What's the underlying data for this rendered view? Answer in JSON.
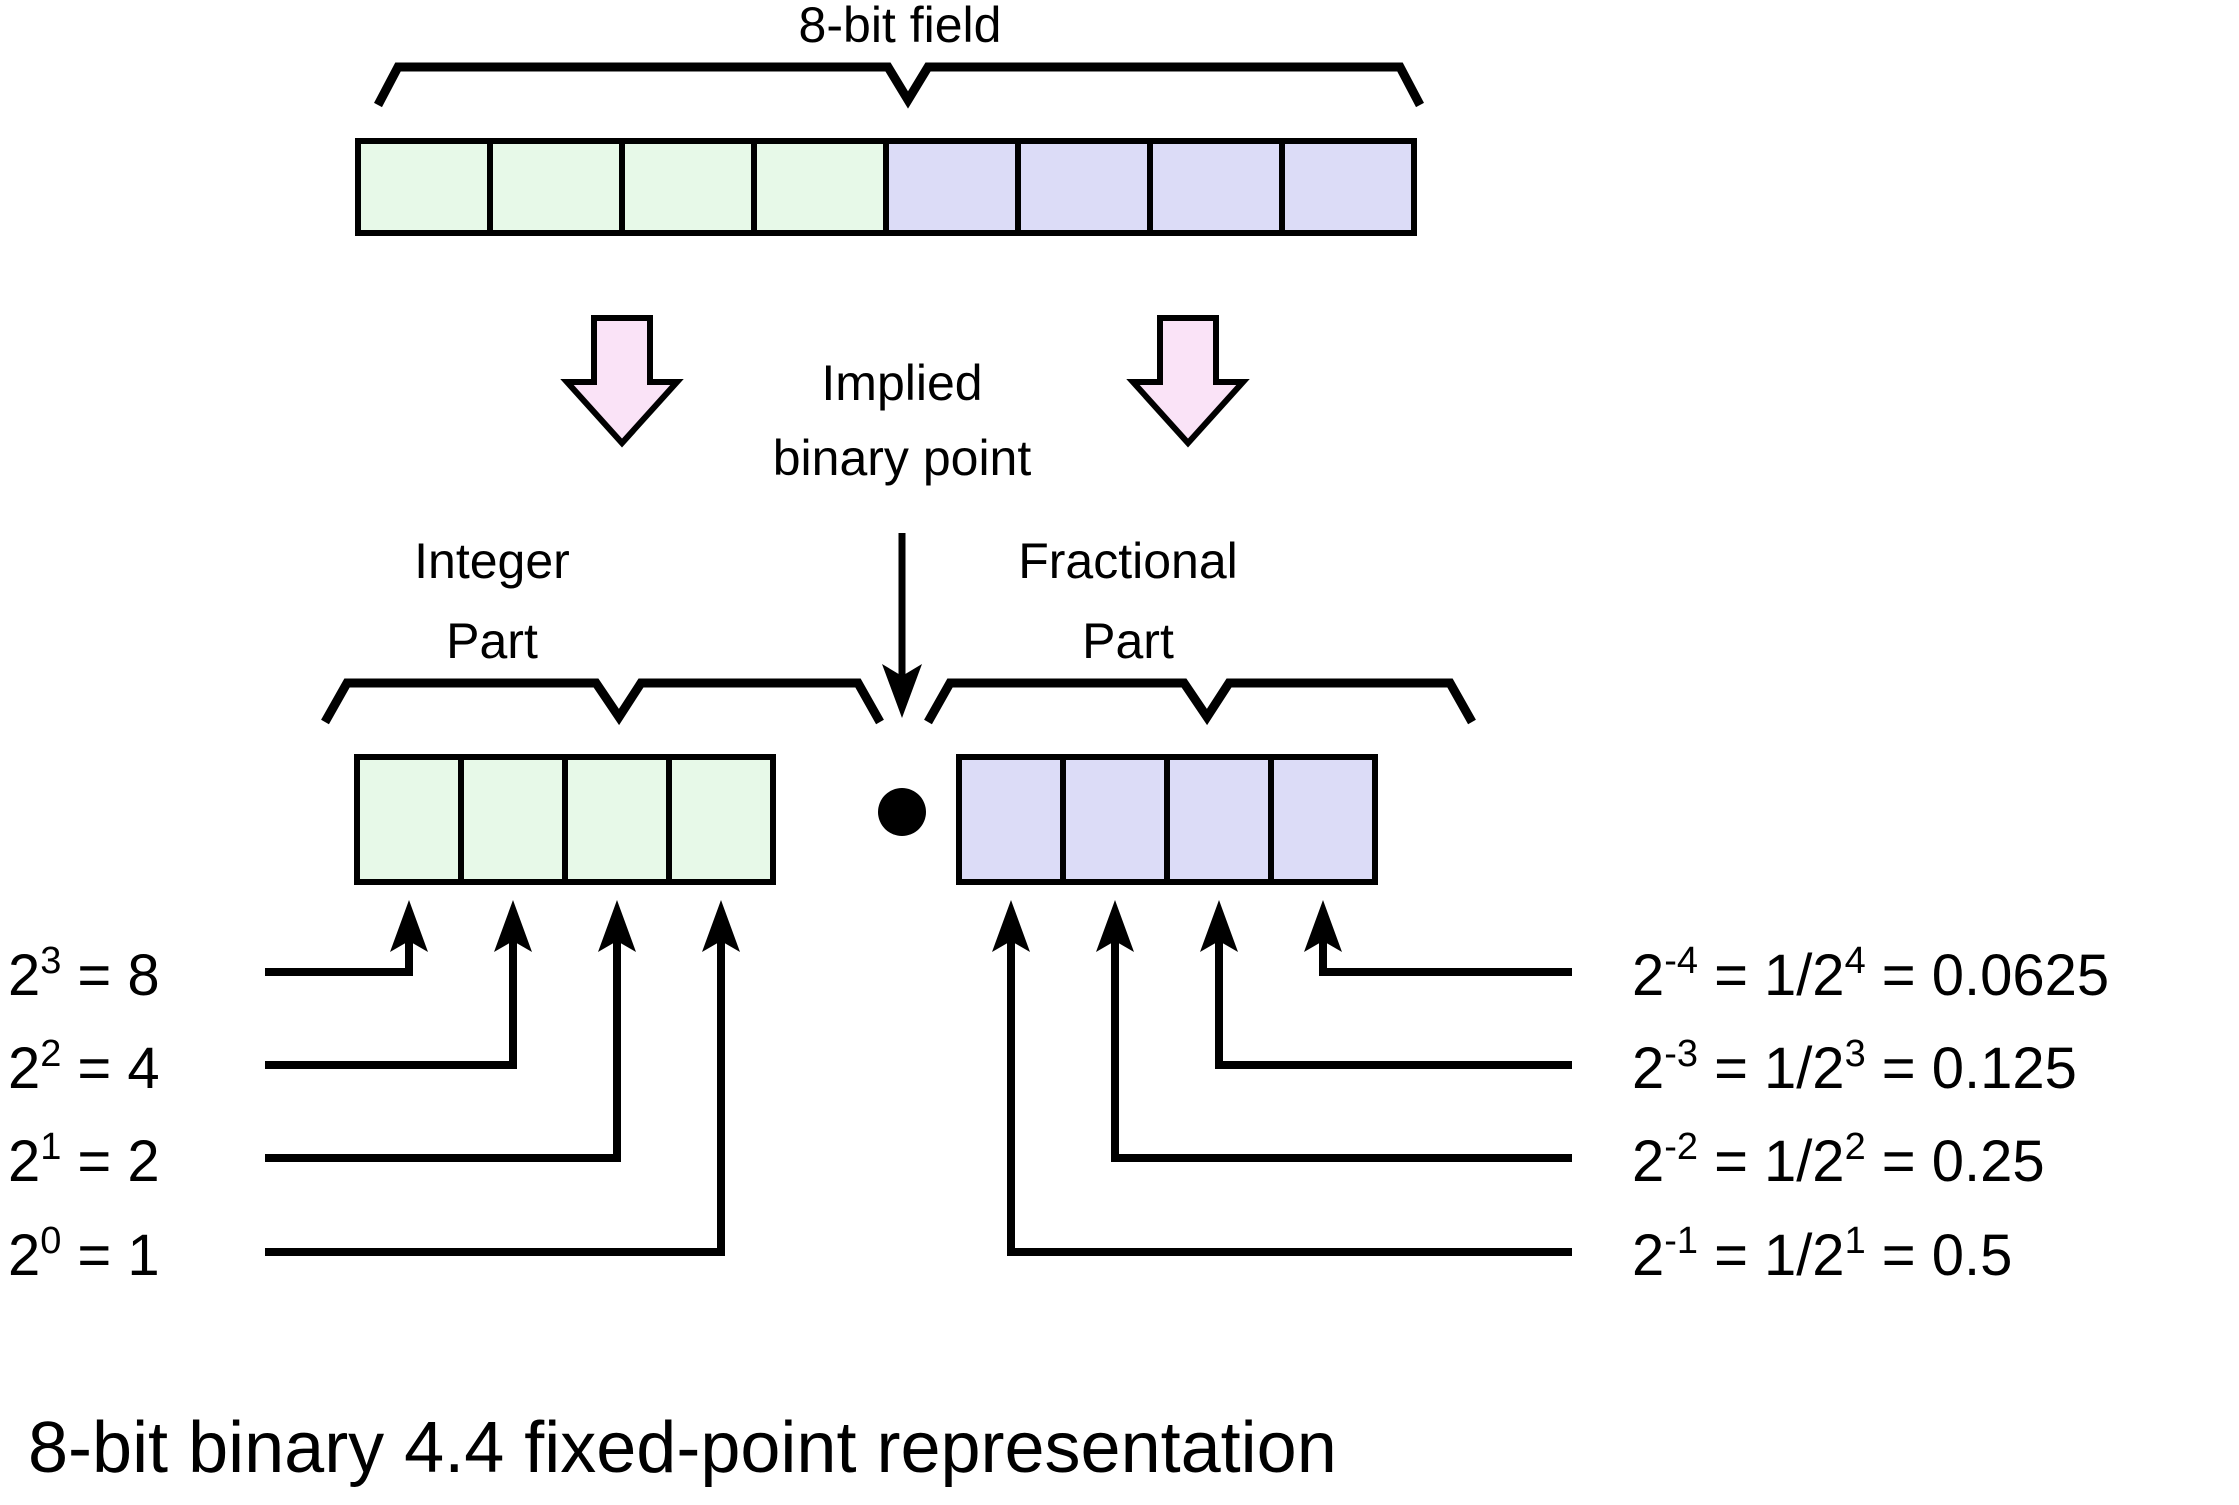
{
  "title_top": "8-bit field",
  "implied_label_line1": "Implied",
  "implied_label_line2": "binary point",
  "integer_label_line1": "Integer",
  "integer_label_line2": "Part",
  "fractional_label_line1": "Fractional",
  "fractional_label_line2": "Part",
  "caption": "8-bit binary 4.4 fixed-point representation",
  "colors": {
    "integer_cell": "#e7f9e8",
    "fractional_cell": "#dcdcf7",
    "arrow_fill": "#fae3f7",
    "stroke": "#000000",
    "background": "#ffffff"
  },
  "top_field": {
    "total_bits": 8,
    "integer_bits": 4,
    "fractional_bits": 4
  },
  "integer_weights": [
    {
      "base": "2",
      "exponent": "3",
      "equals": "= 8",
      "value": 8
    },
    {
      "base": "2",
      "exponent": "2",
      "equals": "= 4",
      "value": 4
    },
    {
      "base": "2",
      "exponent": "1",
      "equals": "= 2",
      "value": 2
    },
    {
      "base": "2",
      "exponent": "0",
      "equals": "= 1",
      "value": 1
    }
  ],
  "fractional_weights": [
    {
      "base": "2",
      "exponent": "-4",
      "frac_base": "1/2",
      "frac_exponent": "4",
      "equals": "= 0.0625",
      "value": 0.0625
    },
    {
      "base": "2",
      "exponent": "-3",
      "frac_base": "1/2",
      "frac_exponent": "3",
      "equals": "= 0.125",
      "value": 0.125
    },
    {
      "base": "2",
      "exponent": "-2",
      "frac_base": "1/2",
      "frac_exponent": "2",
      "equals": "= 0.25",
      "value": 0.25
    },
    {
      "base": "2",
      "exponent": "-1",
      "frac_base": "1/2",
      "frac_exponent": "1",
      "equals": "= 0.5",
      "value": 0.5
    }
  ],
  "equals_sign": "=",
  "binary_point_glyph": "•"
}
